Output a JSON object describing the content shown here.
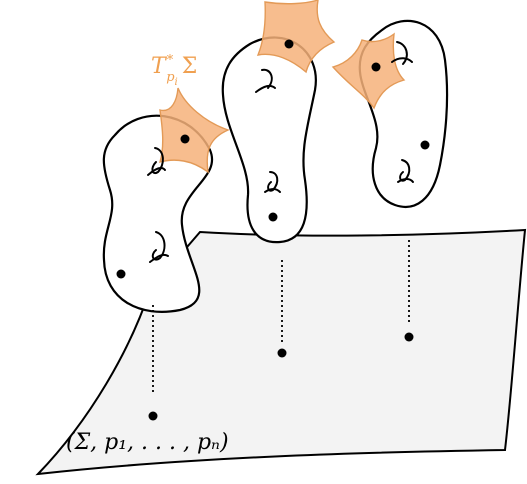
{
  "labels": {
    "tangent_space": "T*_{p_i} Σ",
    "tangent_main": "T",
    "tangent_sup": "*",
    "tangent_sub": "p",
    "tangent_subsub": "i",
    "tangent_sigma": "Σ",
    "moduli_point": "(Σ, p₁, . . . , pₙ)"
  },
  "colors": {
    "tangent_fill": "#f6b27a",
    "tangent_label": "#f0a050",
    "base_fill": "#f3f3f3"
  }
}
